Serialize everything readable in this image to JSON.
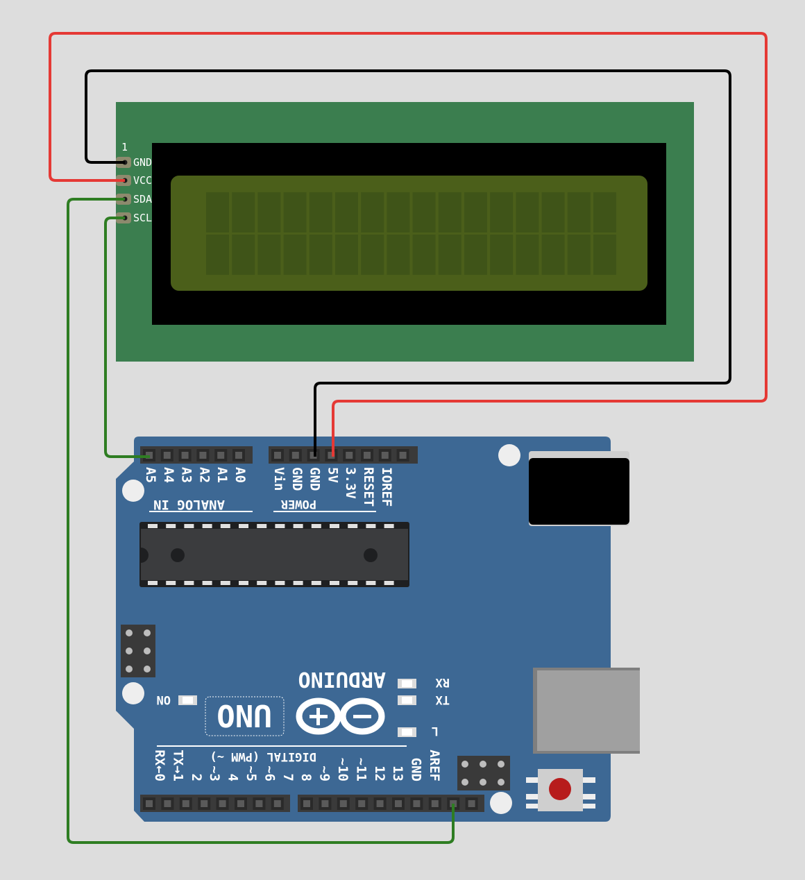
{
  "lcd": {
    "pin_marker": "1",
    "pins": [
      "GND",
      "VCC",
      "SDA",
      "SCL"
    ],
    "rows": 2,
    "columns": 16
  },
  "arduino": {
    "model_logo": "UNO",
    "brand": "ARDUINO",
    "analog_title": "ANALOG IN",
    "analog_pins": [
      "A5",
      "A4",
      "A3",
      "A2",
      "A1",
      "A0"
    ],
    "power_title": "POWER",
    "power_pins": [
      "Vin",
      "GND",
      "GND",
      "5V",
      "3.3V",
      "RESET",
      "IOREF"
    ],
    "digital_title": "DIGITAL (PWM ~)",
    "digital_pins": [
      "AREF",
      "GND",
      "13",
      "12",
      "~11",
      "~10",
      "~9",
      "8",
      "7",
      "~6",
      "~5",
      "4",
      "~3",
      "2",
      "TX→1",
      "RX←0"
    ],
    "leds": {
      "on": "ON",
      "rx": "RX",
      "tx": "TX",
      "l": "L"
    }
  },
  "wires": [
    {
      "from": "LCD.GND",
      "to": "UNO.GND",
      "color": "#000000"
    },
    {
      "from": "LCD.VCC",
      "to": "UNO.5V",
      "color": "#e53935"
    },
    {
      "from": "LCD.SDA",
      "to": "UNO.SDA",
      "color": "#2e7d22"
    },
    {
      "from": "LCD.SCL",
      "to": "UNO.A5",
      "color": "#2e7d22"
    }
  ],
  "colors": {
    "background": "#dddddd",
    "lcd_pcb": "#3b7e4f",
    "lcd_bezel": "#000000",
    "lcd_screen": "#4b5f1a",
    "lcd_cell": "#3f5418",
    "board": "#3d6894",
    "header": "#3a3a3a",
    "chip": "#3b3c3e",
    "usb": "#a0a0a0",
    "jack": "#000000",
    "reset_button": "#b71c1c"
  }
}
